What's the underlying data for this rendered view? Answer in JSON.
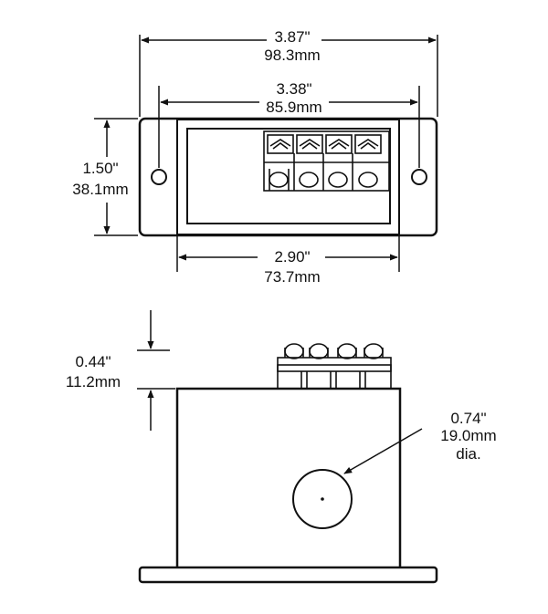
{
  "top_view": {
    "overall_width": {
      "inches": "3.87\"",
      "mm": "98.3mm"
    },
    "mount_hole_spacing": {
      "inches": "3.38\"",
      "mm": "85.9mm"
    },
    "height": {
      "inches": "1.50\"",
      "mm": "38.1mm"
    },
    "body_width": {
      "inches": "2.90\"",
      "mm": "73.7mm"
    }
  },
  "side_view": {
    "terminal_height": {
      "inches": "0.44\"",
      "mm": "11.2mm"
    },
    "hole_diameter": {
      "inches": "0.74\"",
      "mm": "19.0mm",
      "suffix": "dia."
    }
  },
  "colors": {
    "ink": "#111111",
    "background": "#ffffff"
  }
}
